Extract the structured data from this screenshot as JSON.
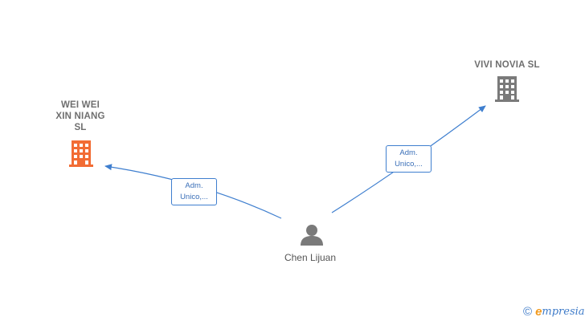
{
  "nodes": {
    "company_wei_wei": {
      "lines": [
        "WEI WEI",
        "XIN NIANG",
        "SL"
      ],
      "color": "#f26c34"
    },
    "company_vivi_novia": {
      "lines": [
        "VIVI NOVIA SL"
      ],
      "color": "#7a7a7a"
    },
    "person": {
      "name": "Chen Lijuan",
      "color": "#7a7a7a"
    }
  },
  "edges": [
    {
      "lines": [
        "Adm.",
        "Unico,..."
      ]
    },
    {
      "lines": [
        "Adm.",
        "Unico,..."
      ]
    }
  ],
  "edge_color": "#3f7fcf",
  "watermark": {
    "symbol": "©",
    "brand_initial": "e",
    "brand_rest": "mpresia"
  }
}
